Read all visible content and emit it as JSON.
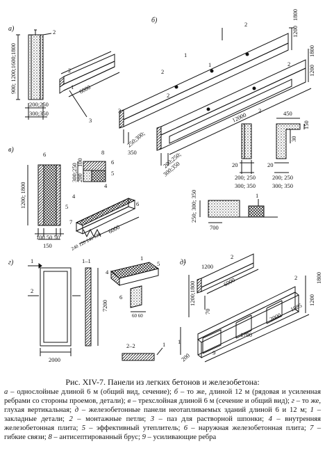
{
  "figure": {
    "panel_labels": {
      "a": "а)",
      "b": "б)",
      "v": "в)",
      "g": "г)",
      "d": "д)"
    },
    "a": {
      "height_dims": "900; 1200;1600;1800",
      "thickness_dims_1": "200;250",
      "thickness_dims_2": "300;350",
      "length": "6000",
      "callouts": [
        "2",
        "1",
        "2",
        "3"
      ]
    },
    "b": {
      "height_dims_1": "1200",
      "height_dims_2": "1800",
      "height_dims_3": "1200",
      "height_dims_4": "1800",
      "length": "12000",
      "thickness_left_1": "250;300;",
      "thickness_left_2": "350",
      "thickness_right_1": "200;250;",
      "thickness_right_2": "300;350",
      "callouts": [
        "2",
        "1",
        "2",
        "3",
        "1",
        "2",
        "2"
      ]
    },
    "b_sections": {
      "width_450": "450",
      "dim_150": "150",
      "dim_30": "30",
      "dim_20a": "20",
      "dim_200_250a": "200; 250",
      "dim_300_350a": "300; 350",
      "dim_20b": "20",
      "dim_200_250b": "200; 250",
      "dim_300_350b": "300; 350",
      "callout": "2"
    },
    "b_detail": {
      "height_dims": "250; 300; 350",
      "dim_700": "700",
      "callout": "1"
    },
    "v": {
      "height_dims": "1200; 1800",
      "top_dims": "300;250",
      "dim_100": "100",
      "dim_200": "200",
      "bottom_dims": "100 50 50",
      "bottom_total": "150",
      "length": "6000",
      "dims_small": "240 120 240 120",
      "callouts": [
        "6",
        "8",
        "6",
        "5",
        "4",
        "4",
        "5",
        "7",
        "6"
      ]
    },
    "g": {
      "section_mark_1": "1",
      "section_mark_2": "2",
      "section_11": "1–1",
      "section_22": "2–2",
      "height": "7200",
      "width": "2000",
      "dims_60": "60 60",
      "callouts": [
        "4",
        "5",
        "1",
        "6",
        "1"
      ]
    },
    "d": {
      "height_dims_1": "1200;1800",
      "height_dims_2": "1200",
      "height_dims_3": "1800",
      "width_1200": "1200",
      "length_6000": "6000",
      "dim_70": "70",
      "length_2000": "2000",
      "length_1985": "1985",
      "length_1700": "1700",
      "dim_200": "200",
      "callouts": [
        "1",
        "2",
        "2",
        "1",
        "9"
      ]
    }
  },
  "caption": {
    "title": "Рис. XIV-7.  Панели из легких бетонов и железобетона:",
    "items": [
      {
        "key": "а",
        "text": " – однослойные длиной 6 м (общий вид, сечение); "
      },
      {
        "key": "б",
        "text": " – то же, длиной 12 м (рядовая и усиленная ребрами со стороны проемов, детали); "
      },
      {
        "key": "в",
        "text": " – трехслойная длиной 6 м (сечение и общий вид); "
      },
      {
        "key": "г",
        "text": " – то же, глухая вертикальная; "
      },
      {
        "key": "д",
        "text": " – железобетонные панели неотапливаемых зданий длиной 6 и 12 м; "
      },
      {
        "key": "1",
        "text": " – закладные детали; "
      },
      {
        "key": "2",
        "text": " – монтажные петли; "
      },
      {
        "key": "3",
        "text": " – паз для растворной шпонки; "
      },
      {
        "key": "4",
        "text": " – внутренняя железобетонная плита; "
      },
      {
        "key": "5",
        "text": " – эффективный утеплитель; "
      },
      {
        "key": "6",
        "text": " – наружная железобетонная плита; "
      },
      {
        "key": "7",
        "text": " – гибкие связи; "
      },
      {
        "key": "8",
        "text": " – антисептированный брус; "
      },
      {
        "key": "9",
        "text": " – усиливающие ребра"
      }
    ]
  }
}
